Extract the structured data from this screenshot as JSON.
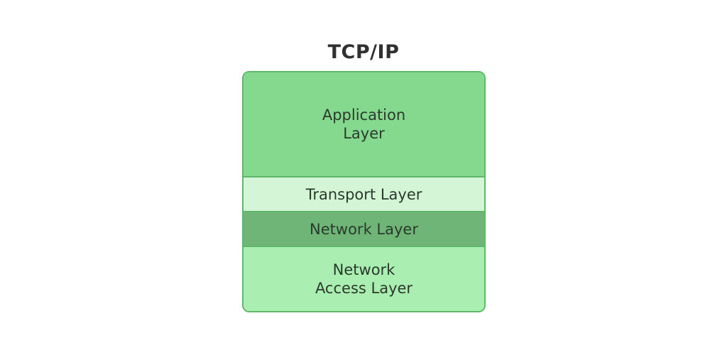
{
  "diagram": {
    "title": "TCP/IP",
    "layers": [
      {
        "key": "application",
        "label": "Application\nLayer",
        "color": "#85d98f"
      },
      {
        "key": "transport",
        "label": "Transport Layer",
        "color": "#d4f6d6"
      },
      {
        "key": "network",
        "label": "Network Layer",
        "color": "#6fb577"
      },
      {
        "key": "access",
        "label": "Network\nAccess Layer",
        "color": "#abeeb1"
      }
    ],
    "border_color": "#5fb86a"
  }
}
